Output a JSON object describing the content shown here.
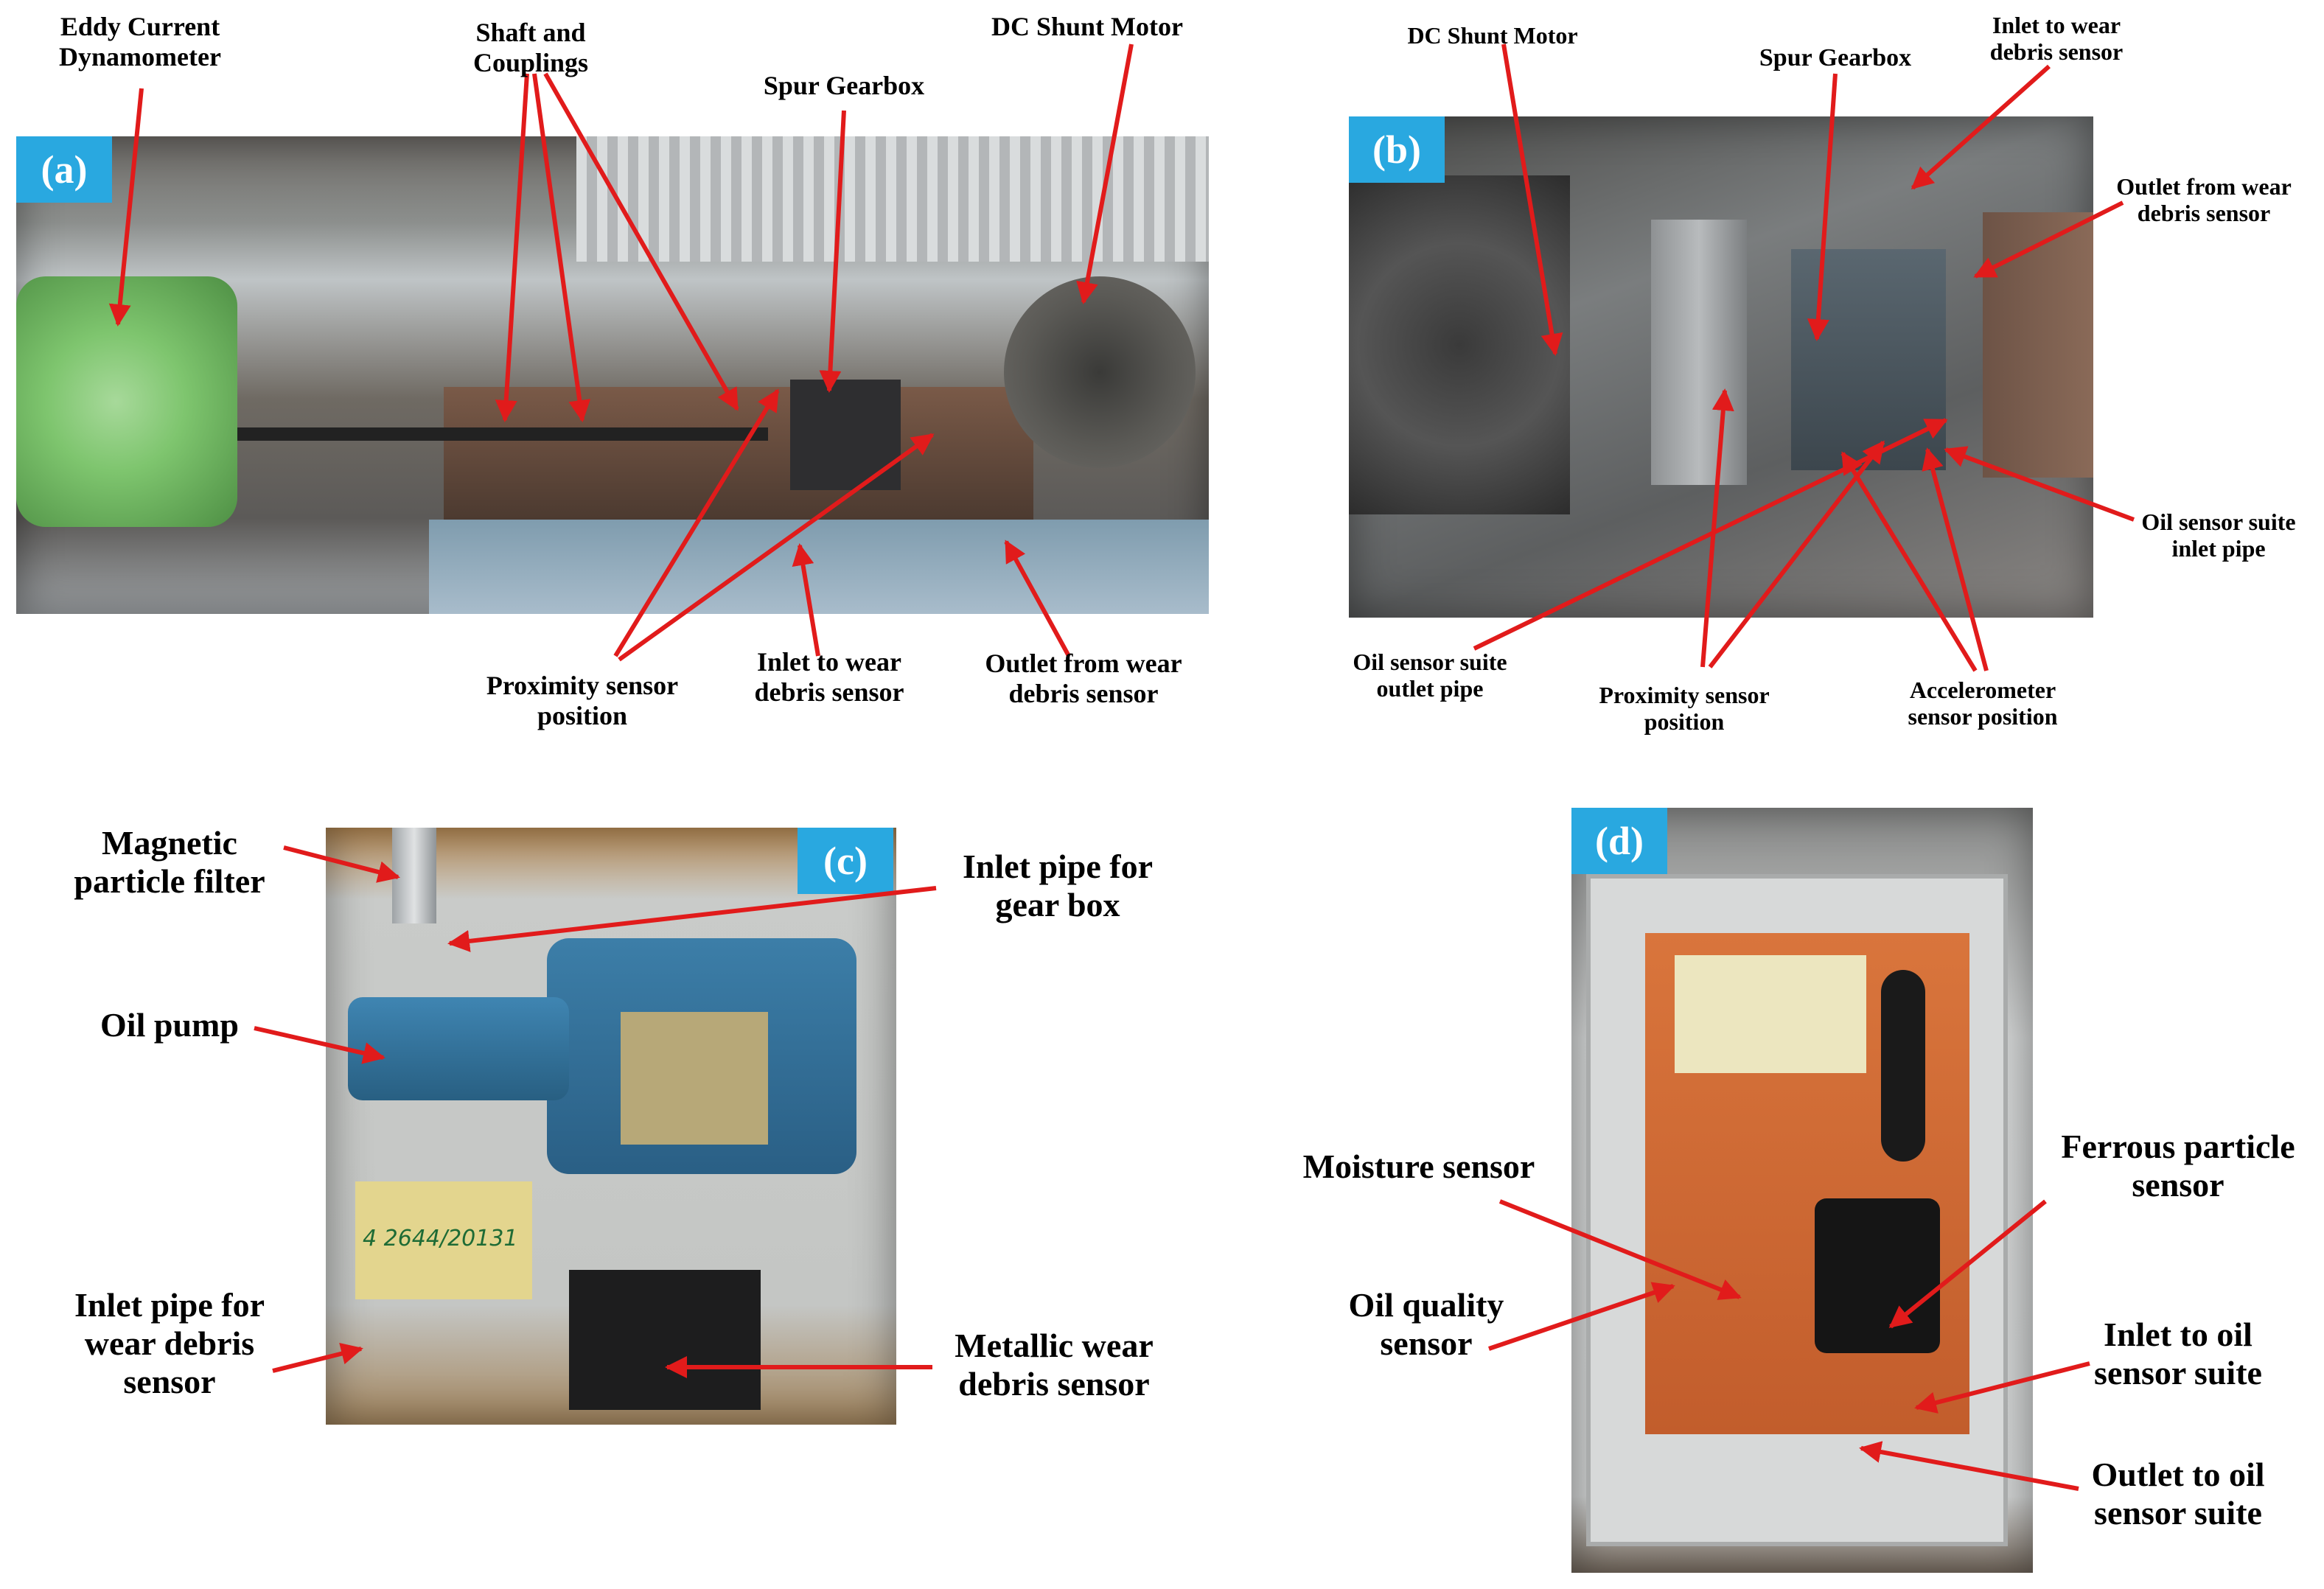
{
  "panels": {
    "a": {
      "tag": "(a)",
      "labels": {
        "eddy_current_dynamometer": "Eddy Current\nDynamometer",
        "shaft_and_couplings": "Shaft and\nCouplings",
        "spur_gearbox": "Spur Gearbox",
        "dc_shunt_motor": "DC Shunt Motor",
        "proximity_sensor_position": "Proximity sensor\nposition",
        "inlet_to_wear_debris_sensor": "Inlet to wear\ndebris sensor",
        "outlet_from_wear_debris_sensor": "Outlet from wear\ndebris sensor"
      }
    },
    "b": {
      "tag": "(b)",
      "labels": {
        "dc_shunt_motor": "DC Shunt Motor",
        "spur_gearbox": "Spur Gearbox",
        "inlet_to_wear_debris_sensor": "Inlet to wear\ndebris sensor",
        "outlet_from_wear_debris_sensor": "Outlet from wear\ndebris sensor",
        "oil_sensor_suite_inlet_pipe": "Oil sensor suite\ninlet pipe",
        "oil_sensor_suite_outlet_pipe": "Oil sensor suite\noutlet pipe",
        "proximity_sensor_position": "Proximity sensor\nposition",
        "accelerometer_sensor_position": "Accelerometer\nsensor position"
      }
    },
    "c": {
      "tag": "(c)",
      "labels": {
        "magnetic_particle_filter": "Magnetic\nparticle filter",
        "inlet_pipe_for_gear_box": "Inlet pipe for\ngear box",
        "oil_pump": "Oil pump",
        "inlet_pipe_for_wear_debris_sensor": "Inlet pipe for\nwear debris\nsensor",
        "metallic_wear_debris_sensor": "Metallic wear\ndebris sensor"
      },
      "handwritten_tag": "4 2644/20131"
    },
    "d": {
      "tag": "(d)",
      "labels": {
        "moisture_sensor": "Moisture sensor",
        "oil_quality_sensor": "Oil quality\nsensor",
        "ferrous_particle_sensor": "Ferrous particle\nsensor",
        "inlet_to_oil_sensor_suite": "Inlet to oil\nsensor suite",
        "outlet_to_oil_sensor_suite": "Outlet to oil\nsensor suite"
      }
    }
  },
  "colors": {
    "arrow": "#e11b1b",
    "panel_tag": "#29a8e0",
    "label_text": "#000000"
  }
}
